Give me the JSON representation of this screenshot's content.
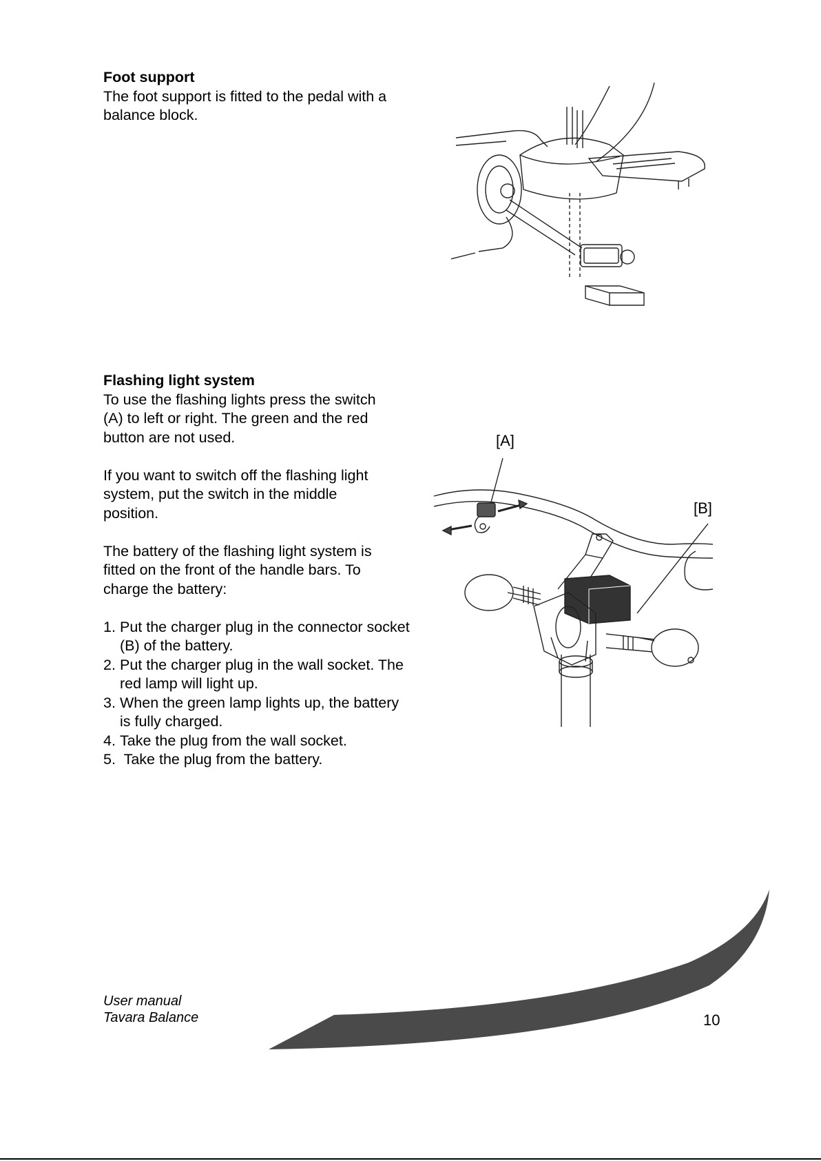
{
  "foot_support": {
    "heading": "Foot support",
    "lines": [
      "The foot support is fitted to the pedal with a",
      "balance block."
    ]
  },
  "flashing_light": {
    "heading": "Flashing light system",
    "para1": [
      "To use the flashing lights press the switch",
      "(A) to left or right. The green and the red",
      "button are not used."
    ],
    "para2": [
      "If you want to switch off the flashing light",
      "system, put the switch in the middle",
      "position."
    ],
    "para3": [
      "The battery of the flashing light system is",
      "fitted on the front of the handle bars. To",
      "charge the battery:"
    ],
    "steps": [
      {
        "num": "1.",
        "lines": [
          "Put the charger plug in the connector socket",
          "(B) of the battery."
        ]
      },
      {
        "num": "2.",
        "lines": [
          "Put the charger plug in the wall socket. The",
          "red lamp will light up."
        ]
      },
      {
        "num": "3.",
        "lines": [
          "When the green lamp lights up, the battery",
          "is fully charged."
        ]
      },
      {
        "num": "4.",
        "lines": [
          "Take the plug from the wall socket."
        ]
      },
      {
        "num": "5.",
        "lines": [
          " Take the plug from the battery."
        ]
      }
    ]
  },
  "labels": {
    "a": "[A]",
    "b": "[B]"
  },
  "footer": {
    "line1": "User manual",
    "line2": "Tavara Balance",
    "page": "10"
  },
  "colors": {
    "swoosh": "#4a4a4a",
    "line_art": "#222222"
  }
}
